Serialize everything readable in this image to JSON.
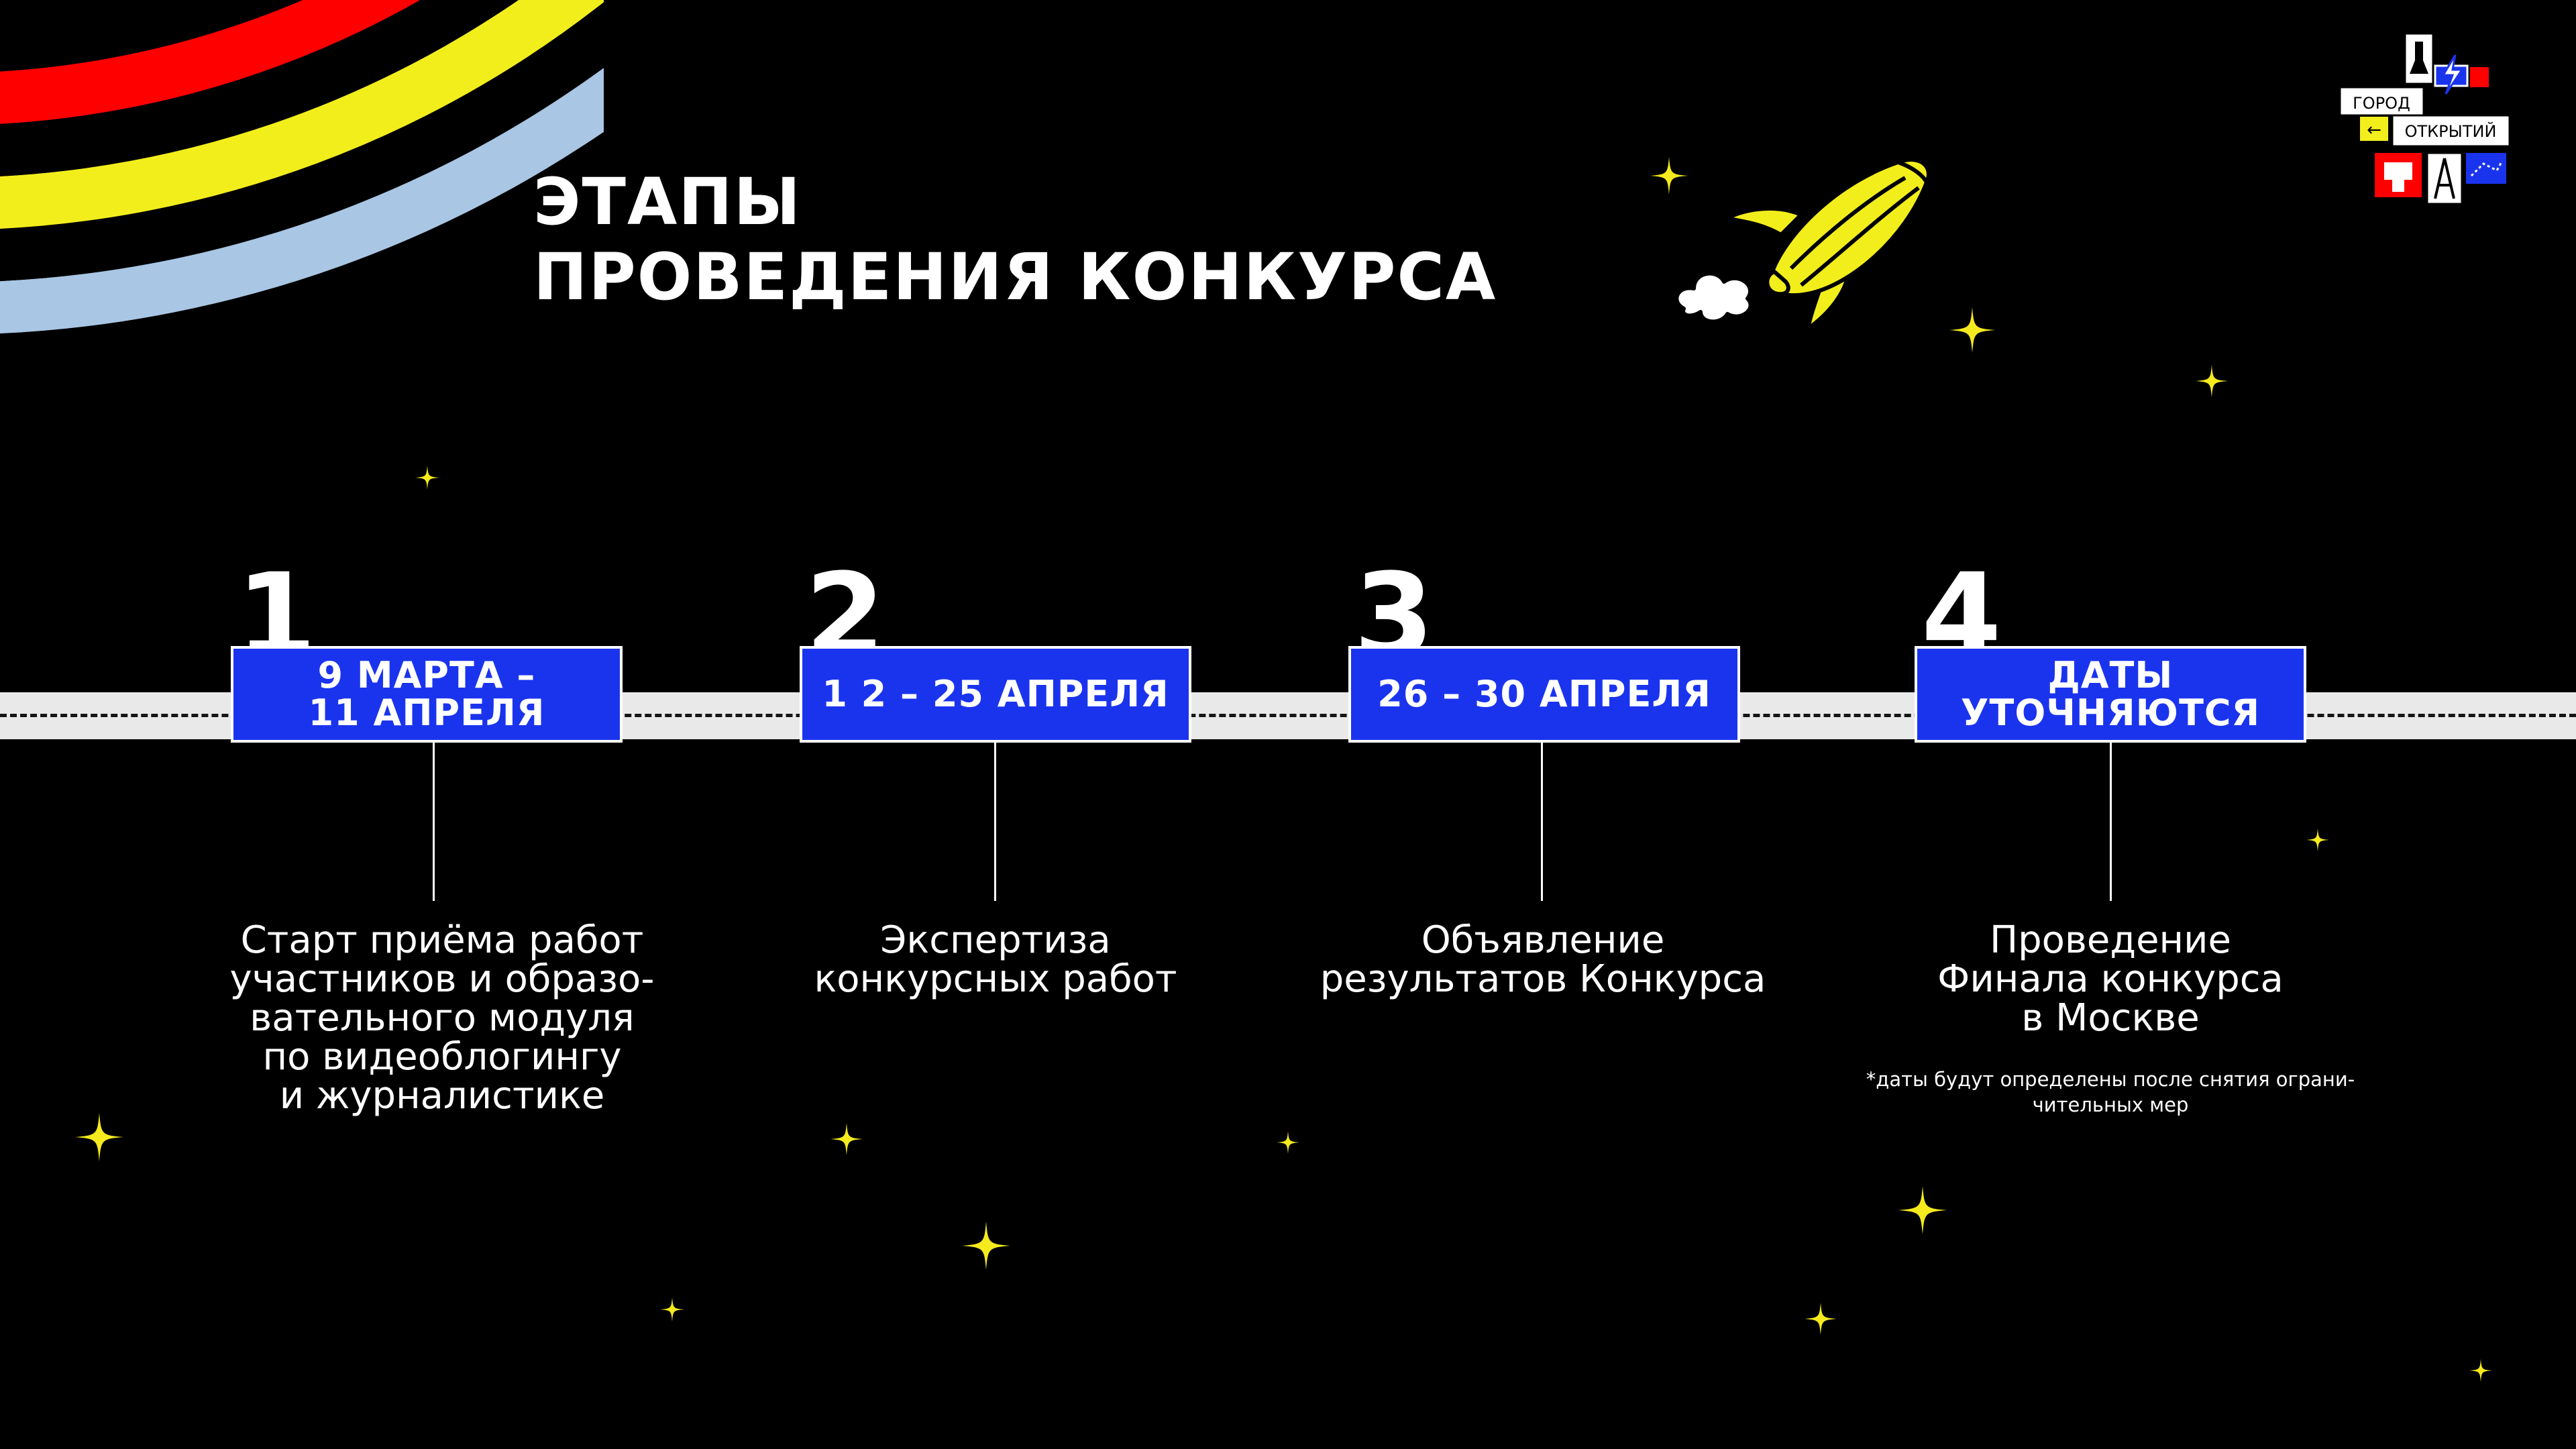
{
  "title": {
    "line1": "ЭТАПЫ",
    "line2": "ПРОВЕДЕНИЯ КОНКУРСА"
  },
  "logo": {
    "word1": "ГОРОД",
    "word2": "ОТКРЫТИЙ"
  },
  "stages": [
    {
      "number": "1",
      "dates": "9 МАРТА –\n11 АПРЕЛЯ",
      "description": "Старт приёма работ\nучастников и образо-\nвательного модуля\nпо видеоблогингу\nи журналистике"
    },
    {
      "number": "2",
      "dates": "1 2 – 25 АПРЕЛЯ",
      "description": "Экспертиза\nконкурсных работ"
    },
    {
      "number": "3",
      "dates": "26 – 30 АПРЕЛЯ",
      "description": "Объявление\nрезультатов Конкурса"
    },
    {
      "number": "4",
      "dates": "ДАТЫ\nУТОЧНЯЮТСЯ",
      "description": "Проведение\nФинала конкурса\nв Москве",
      "note": "*даты будут определены после снятия ограни-\nчительных мер"
    }
  ],
  "colors": {
    "background": "#000000",
    "accent_blue": "#1a34ee",
    "star_yellow": "#f5ea1e",
    "rainbow_red": "#ff0000",
    "rainbow_yellow": "#f2ee1c",
    "rainbow_blue": "#a9c6e4",
    "road": "#e9e9e9"
  }
}
